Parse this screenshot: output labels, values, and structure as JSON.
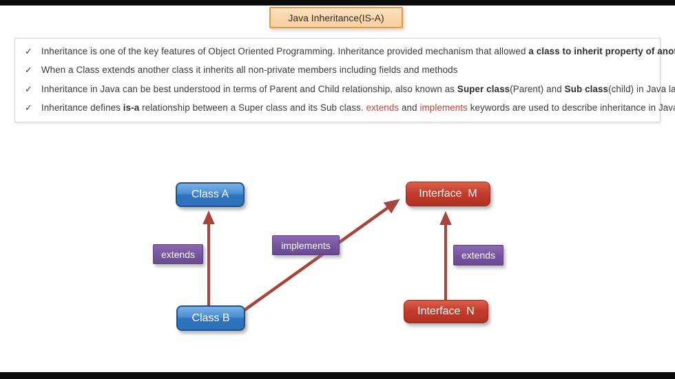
{
  "title_box": {
    "label": "Java Inheritance(IS-A)"
  },
  "notes": {
    "bullet_glyph": "✓",
    "items": [
      {
        "segments": [
          {
            "text": "Inheritance is one of the key features of Object Oriented Programming. Inheritance provided mechanism that allowed ",
            "style": "normal"
          },
          {
            "text": "a class to inherit property of another class",
            "style": "bold"
          },
          {
            "text": ".",
            "style": "normal"
          }
        ]
      },
      {
        "segments": [
          {
            "text": "When a Class extends another class it inherits all non-private members including fields and methods",
            "style": "normal"
          }
        ]
      },
      {
        "segments": [
          {
            "text": "Inheritance in Java can be best understood in terms of Parent and Child relationship, also known as ",
            "style": "normal"
          },
          {
            "text": "Super class",
            "style": "bold"
          },
          {
            "text": "(Parent) and ",
            "style": "normal"
          },
          {
            "text": "Sub class",
            "style": "bold"
          },
          {
            "text": "(child) in Java language.",
            "style": "normal"
          }
        ]
      },
      {
        "segments": [
          {
            "text": "Inheritance defines ",
            "style": "normal"
          },
          {
            "text": "is-a",
            "style": "bold"
          },
          {
            "text": " relationship between a Super class and its Sub class. ",
            "style": "normal"
          },
          {
            "text": "extends",
            "style": "red"
          },
          {
            "text": " and ",
            "style": "normal"
          },
          {
            "text": "implements",
            "style": "red"
          },
          {
            "text": " keywords are used to describe inheritance in Java.",
            "style": "normal"
          }
        ]
      }
    ]
  },
  "diagram": {
    "nodes": {
      "class_a": "Class A",
      "class_b": "Class B",
      "interface_m": "Interface  M",
      "interface_n": "Interface  N"
    },
    "edge_labels": {
      "extends_left": "extends",
      "implements": "implements",
      "extends_right": "extends"
    },
    "edges": [
      {
        "from": "Class B",
        "to": "Class A",
        "label": "extends"
      },
      {
        "from": "Class B",
        "to": "Interface  M",
        "label": "implements"
      },
      {
        "from": "Interface  N",
        "to": "Interface  M",
        "label": "extends"
      }
    ]
  },
  "colors": {
    "class_node": "#2f74bf",
    "interface_node": "#c23c2c",
    "edge_label_bg": "#74549e",
    "arrow": "#a6443e",
    "title_fill": "#fbd4a7",
    "title_border": "#e29a48",
    "red_keyword_text": "#c2423a",
    "frame_bars": "#0a0a0a"
  }
}
